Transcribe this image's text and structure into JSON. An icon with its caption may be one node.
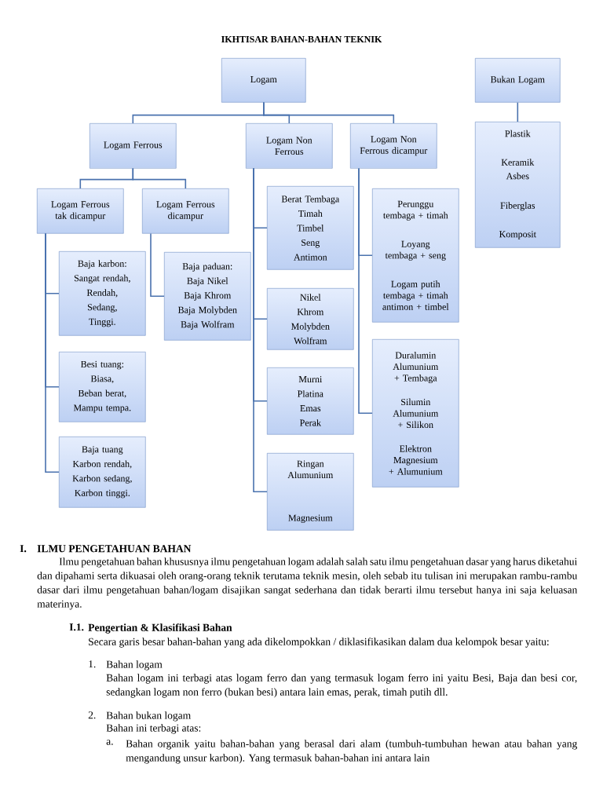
{
  "diagram": {
    "title": "IKHTISAR BAHAN-BAHAN TEKNIK",
    "nodes": [
      {
        "text": [
          "Logam"
        ]
      },
      {
        "text": [
          "Bukan Logam"
        ]
      },
      {
        "text": [
          "Logam Ferrous"
        ]
      },
      {
        "text": [
          "Logam Non Ferrous"
        ]
      },
      {
        "text": [
          "Logam Non Ferrous dicampur"
        ]
      },
      {
        "text": [
          "Logam Ferrous tak dicampur"
        ]
      },
      {
        "text": [
          "Logam Ferrous dicampur"
        ]
      },
      {
        "text": [
          "Baja karbon:",
          "Sangat rendah,",
          "Rendah,",
          "Sedang,",
          "Tinggi."
        ]
      },
      {
        "text": [
          "Besi tuang:",
          "Biasa,",
          "Beban berat,",
          "Mampu tempa."
        ]
      },
      {
        "text": [
          "Baja tuang",
          "Karbon rendah,",
          "Karbon sedang,",
          "Karbon tinggi."
        ]
      },
      {
        "text": [
          "Baja paduan:",
          "Baja Nikel",
          "Baja Khrom",
          "Baja Molybden",
          "Baja Wolfram"
        ]
      },
      {
        "text": [
          "Berat Tembaga",
          "Timah",
          "Timbel",
          "Seng",
          "Antimon"
        ]
      },
      {
        "text": [
          "Nikel",
          "Khrom",
          "Molybden",
          "Wolfram"
        ]
      },
      {
        "text": [
          "Murni",
          "Platina",
          "Emas",
          "Perak"
        ]
      },
      {
        "text": [
          "Ringan Alumunium",
          "Magnesium"
        ]
      },
      {
        "text": [
          "Perunggu tembaga + timah",
          "Loyang tembaga + seng",
          "Logam putih tembaga + timah antimon + timbel"
        ]
      },
      {
        "text": [
          "Duralumin Alumunium + Tembaga",
          "Silumin Alumunium + Silikon",
          "Elektron Magnesium + Alumunium"
        ]
      },
      {
        "text": [
          "Plastik",
          "Keramik",
          "Asbes",
          "Fiberglas",
          "Komposit"
        ]
      }
    ],
    "edges": [
      {
        "from": 0,
        "to": 2,
        "arrow": "none"
      },
      {
        "from": 0,
        "to": 3,
        "arrow": "none"
      },
      {
        "from": 0,
        "to": 4,
        "arrow": "none"
      },
      {
        "from": 1,
        "to": 17,
        "arrow": "none"
      },
      {
        "from": 2,
        "to": 5,
        "arrow": "none"
      },
      {
        "from": 2,
        "to": 6,
        "arrow": "none"
      },
      {
        "from": 5,
        "to": 7,
        "arrow": "none"
      },
      {
        "from": 5,
        "to": 8,
        "arrow": "none"
      },
      {
        "from": 5,
        "to": 9,
        "arrow": "none"
      },
      {
        "from": 6,
        "to": 10,
        "arrow": "none"
      },
      {
        "from": 3,
        "to": 11,
        "arrow": "none"
      },
      {
        "from": 3,
        "to": 12,
        "arrow": "none"
      },
      {
        "from": 3,
        "to": 13,
        "arrow": "none"
      },
      {
        "from": 3,
        "to": 14,
        "arrow": "none"
      },
      {
        "from": 4,
        "to": 15,
        "arrow": "none"
      },
      {
        "from": 4,
        "to": 16,
        "arrow": "none"
      }
    ],
    "labels": [
      "I.",
      "ILMU PENGETAHUAN BAHAN",
      "Ilmu pengetahuan bahan khususnya ilmu pengetahuan logam adalah salah satu ilmu pengetahuan dasar yang harus diketahui dan dipahami serta dikuasai oleh orang-orang teknik terutama teknik mesin, oleh sebab itu tulisan ini merupakan rambu-rambu dasar dari ilmu pengetahuan bahan/logam disajikan sangat sederhana dan tidak berarti ilmu tersebut hanya ini saja keluasan materinya.",
      "I.1.",
      "Pengertian & Klasifikasi Bahan",
      "Secara garis besar bahan-bahan yang ada dikelompokkan / diklasifikasikan dalam dua kelompok besar yaitu:",
      "1.",
      "Bahan logam",
      "Bahan logam ini terbagi atas logam ferro dan yang termasuk logam ferro ini yaitu Besi, Baja dan besi cor, sedangkan logam non ferro (bukan besi) antara lain emas, perak, timah putih dll.",
      "2.",
      "Bahan bukan logam",
      "Bahan ini terbagi atas:",
      "a.",
      "Bahan organik yaitu bahan-bahan yang berasal dari alam (tumbuh-tumbuhan hewan atau bahan yang mengandung unsur karbon). Yang termasuk bahan-bahan ini antara lain"
    ]
  }
}
